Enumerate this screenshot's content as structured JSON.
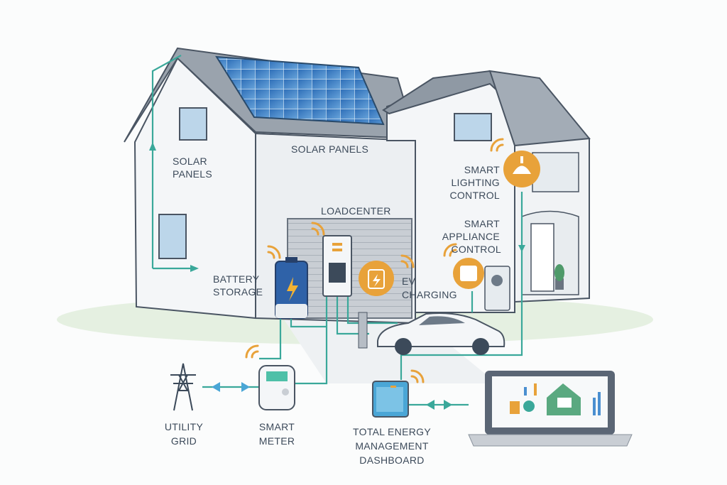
{
  "labels": {
    "solar_panels_left": [
      "SOLAR",
      "PANELS"
    ],
    "solar_panels_center": "SOLAR PANELS",
    "loadcenter": "LOADCENTER",
    "battery_storage": [
      "BATTERY",
      "STORAGE"
    ],
    "ev_charging": [
      "EV",
      "CHARGING"
    ],
    "smart_lighting": [
      "SMART",
      "LIGHTING",
      "CONTROL"
    ],
    "smart_appliance": [
      "SMART",
      "APPLIANCE",
      "CONTROL"
    ],
    "utility_grid": [
      "UTILITY",
      "GRID"
    ],
    "smart_meter": [
      "SMART",
      "METER"
    ],
    "dashboard": [
      "TOTAL ENERGY",
      "MANAGEMENT",
      "DASHBOARD"
    ]
  },
  "colors": {
    "connection_line": "#3aa89a",
    "wireless_signal": "#e8a23a",
    "device_orange": "#e8a23a",
    "solar_blue": "#3f7fc4",
    "wall": "#f4f6f8",
    "roof": "#9aa3ad"
  }
}
